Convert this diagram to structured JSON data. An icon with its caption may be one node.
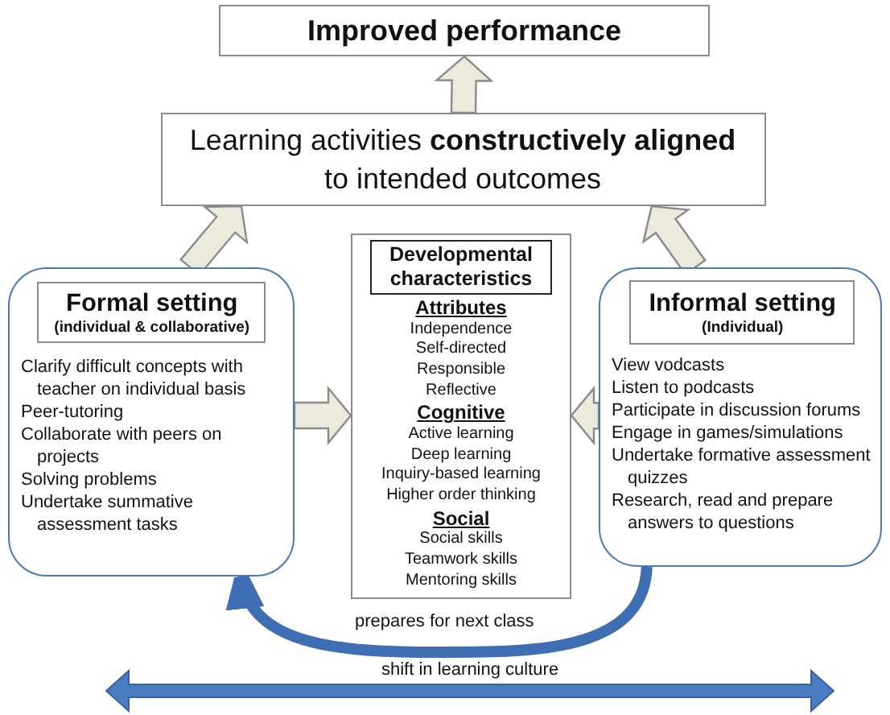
{
  "diagram": {
    "nodes": [
      {
        "text": [
          "Improved performance"
        ]
      },
      {
        "text": [
          "Learning activities **constructively aligned** to intended outcomes"
        ]
      },
      {
        "text": [
          "Clarify difficult concepts with teacher on individual basis",
          "Peer-tutoring",
          "Collaborate with peers on projects",
          "Solving problems",
          "Undertake summative assessment tasks"
        ]
      },
      {
        "text": [
          "Formal setting",
          "(individual & collaborative)"
        ],
        "in": 2
      },
      {
        "text": [
          "Attributes",
          "Independence",
          "Self-directed",
          "Responsible",
          "Reflective",
          "Cognitive",
          "Active learning",
          "Deep learning",
          "Inquiry-based learning",
          "Higher order thinking",
          "Social",
          "Social skills",
          "Teamwork skills",
          "Mentoring skills"
        ]
      },
      {
        "text": [
          "Developmental characteristics"
        ],
        "in": 4
      },
      {
        "text": [
          "View vodcasts",
          "Listen to podcasts",
          "Participate in discussion forums",
          "Engage in games/simulations",
          "Undertake formative assessment quizzes",
          "Research, read and prepare answers to questions"
        ]
      },
      {
        "text": [
          "Informal setting",
          "(Individual)"
        ],
        "in": 6
      }
    ],
    "edges": [
      {
        "from": 1,
        "to": 0,
        "arrow": "to"
      },
      {
        "from": 2,
        "to": 1,
        "arrow": "to"
      },
      {
        "from": 6,
        "to": 1,
        "arrow": "to"
      },
      {
        "from": 2,
        "to": 4,
        "arrow": "to"
      },
      {
        "from": 6,
        "to": 4,
        "arrow": "to"
      },
      {
        "from": 6,
        "to": 2,
        "arrow": "to",
        "label": "prepares for next class",
        "color": "#3f6eb5"
      }
    ],
    "labels": [
      "shift in learning culture"
    ]
  }
}
